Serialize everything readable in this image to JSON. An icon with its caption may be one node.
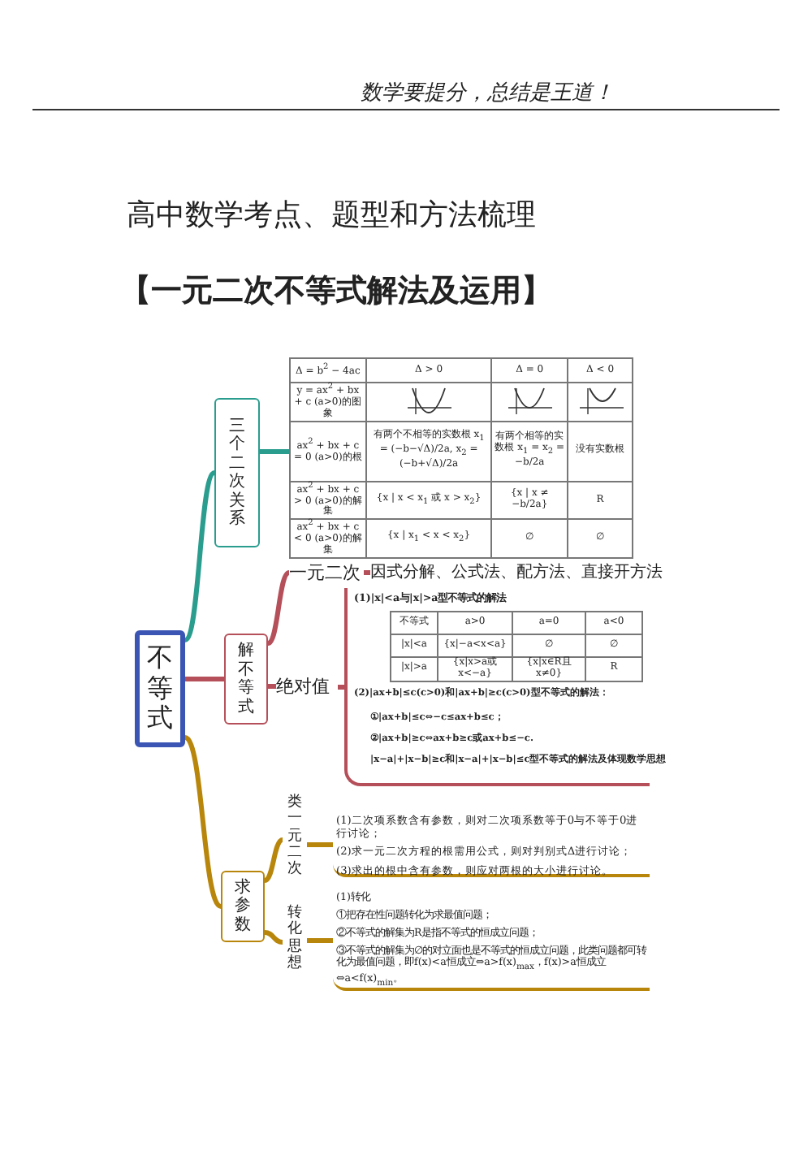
{
  "diagram": {
    "title": "高中数学考点、题型和方法梳理",
    "nodes": [
      {
        "text": [
          "不等式"
        ]
      },
      {
        "text": [
          "三个二次关系"
        ]
      },
      {
        "text": [
          "Δ = b$^{2}$ − 4ac",
          "Δ > 0",
          "Δ = 0",
          "Δ < 0",
          "y = ax$^{2}$ + bx + c (a>0)的图象",
          "ax$^{2}$ + bx + c = 0 (a>0)的根",
          "有两个不相等的实数根 x$_{1}$ = (−b−√Δ)/2a, x$_{2}$ = (−b+√Δ)/2a",
          "有两个相等的实数根 x$_{1}$ = x$_{2}$ = −b/2a",
          "没有实数根",
          "ax$^{2}$ + bx + c > 0 (a>0)的解集",
          "{x | x < x$_{1}$ 或 x > x$_{2}$}",
          "{x | x ≠ −b/2a}",
          "R",
          "ax$^{2}$ + bx + c < 0 (a>0)的解集",
          "{x | x$_{1}$ < x < x$_{2}$}",
          "∅",
          "∅"
        ]
      },
      {
        "text": [
          "解不等式"
        ]
      },
      {
        "text": [
          "一元二次"
        ]
      },
      {
        "text": [
          "因式分解、公式法、配方法、直接开方法"
        ]
      },
      {
        "text": [
          "绝对值"
        ]
      },
      {
        "text": [
          "(1)|x|<a与|x|>a型不等式的解法",
          "不等式",
          "a>0",
          "a=0",
          "a<0",
          "|x|<a",
          "{x|−a<x<a}",
          "∅",
          "∅",
          "|x|>a",
          "{x|x>a或x<−a}",
          "{x|x∈R且x≠0}",
          "R",
          "(2)|ax+b|≤c(c>0)和|ax+b|≥c(c>0)型不等式的解法：",
          "①|ax+b|≤c⇔−c≤ax+b≤c；",
          "②|ax+b|≥c⇔ax+b≥c或ax+b≤−c.",
          "|x−a|+|x−b|≥c和|x−a|+|x−b|≤c型不等式的解法及体现数学思想"
        ]
      },
      {
        "text": [
          "求参数"
        ]
      },
      {
        "text": [
          "类一元二次"
        ]
      },
      {
        "text": [
          "(1)二次项系数含有参数，则对二次项系数等于0与不等于0进行讨论；",
          "(2)求一元二次方程的根需用公式，则对判别式Δ进行讨论；",
          "(3)求出的根中含有参数，则应对两根的大小进行讨论。"
        ]
      },
      {
        "text": [
          "转化思想"
        ]
      },
      {
        "text": [
          "(1)转化",
          "①把存在性问题转化为求最值问题；",
          "②不等式的解集为R是指不等式的恒成立问题；",
          "③不等式的解集为∅的对立面也是不等式的恒成立问题，此类问题都可转化为最值问题，即f(x)<a恒成立⇔a>f(x)$_{max}$，f(x)>a恒成立⇔a<f(x)$_{min}$。"
        ]
      }
    ],
    "edges": [
      {
        "from": 0,
        "to": 1,
        "arrow": "none",
        "color": "#2a9d8f"
      },
      {
        "from": 1,
        "to": 2,
        "arrow": "none",
        "color": "#2a9d8f"
      },
      {
        "from": 0,
        "to": 3,
        "arrow": "none",
        "color": "#b5505a"
      },
      {
        "from": 3,
        "to": 4,
        "arrow": "none",
        "color": "#b5505a"
      },
      {
        "from": 4,
        "to": 5,
        "arrow": "none",
        "color": "#b5505a"
      },
      {
        "from": 3,
        "to": 6,
        "arrow": "none",
        "color": "#b5505a"
      },
      {
        "from": 6,
        "to": 7,
        "arrow": "none",
        "color": "#b5505a"
      },
      {
        "from": 0,
        "to": 8,
        "arrow": "none",
        "color": "#b8860b"
      },
      {
        "from": 8,
        "to": 9,
        "arrow": "none",
        "color": "#b8860b"
      },
      {
        "from": 9,
        "to": 10,
        "arrow": "none",
        "color": "#b8860b"
      },
      {
        "from": 8,
        "to": 11,
        "arrow": "none",
        "color": "#b8860b"
      },
      {
        "from": 11,
        "to": 12,
        "arrow": "none",
        "color": "#b8860b"
      }
    ],
    "labels": [
      "数学要提分，总结是王道！",
      "【一元二次不等式解法及运用】"
    ]
  }
}
